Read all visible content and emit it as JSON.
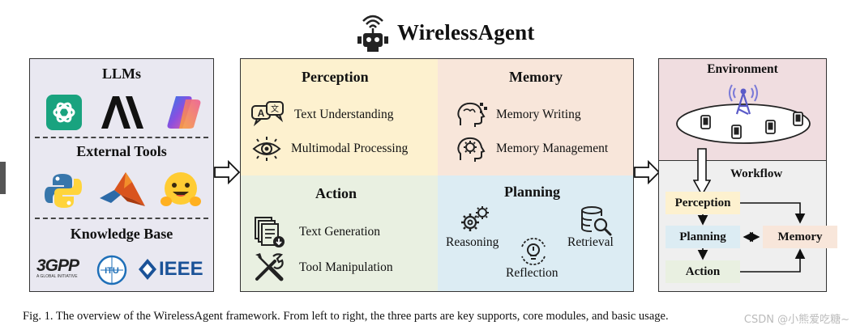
{
  "title": "WirelessAgent",
  "left": {
    "llms": "LLMs",
    "tools": "External Tools",
    "kb": "Knowledge Base",
    "logos": {
      "threegpp": "3GPP",
      "itu": "ITU",
      "ieee": "IEEE",
      "threegpp_sub": "A GLOBAL INITIATIVE"
    }
  },
  "core": {
    "perception": {
      "title": "Perception",
      "items": [
        "Text Understanding",
        "Multimodal Processing"
      ]
    },
    "memory": {
      "title": "Memory",
      "items": [
        "Memory Writing",
        "Memory Management"
      ]
    },
    "action": {
      "title": "Action",
      "items": [
        "Text Generation",
        "Tool Manipulation"
      ]
    },
    "planning": {
      "title": "Planning",
      "items": [
        "Reasoning",
        "Reflection",
        "Retrieval"
      ]
    }
  },
  "right": {
    "environment": "Environment",
    "workflow": "Workflow",
    "boxes": {
      "perception": "Perception",
      "planning": "Planning",
      "memory": "Memory",
      "action": "Action"
    }
  },
  "colors": {
    "perception": "#fdf1cf",
    "memory": "#f8e6da",
    "action": "#e9f0e1",
    "planning": "#dcecf3",
    "left_bg": "#e9e8f1",
    "env_bg": "#f0dde0"
  },
  "caption": "Fig. 1.  The overview of the WirelessAgent framework. From left to right, the three parts are key supports, core modules, and basic usage.",
  "watermark": "CSDN @小熊爱吃糖~"
}
